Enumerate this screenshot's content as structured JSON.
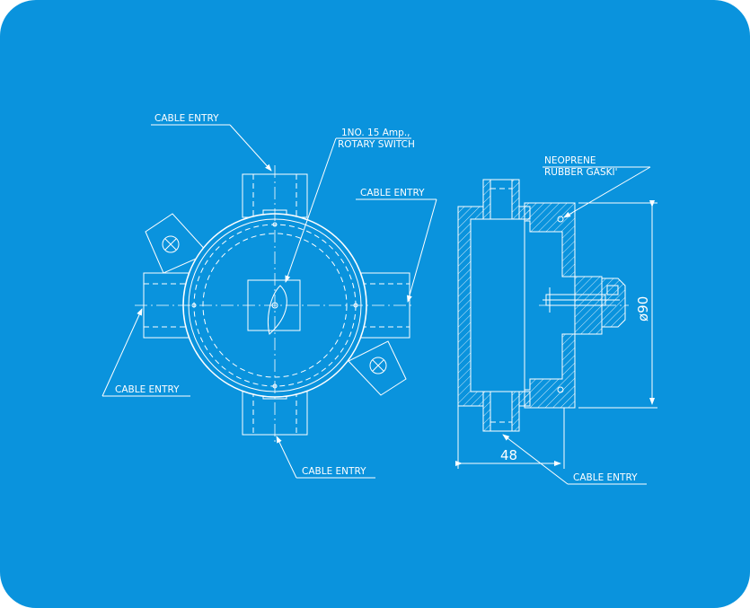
{
  "labels": {
    "cable_entry": "CABLE ENTRY",
    "rotary_switch_line1": "1NO. 15 Amp.,",
    "rotary_switch_line2": "ROTARY SWITCH",
    "gasket_line1": "NEOPRENE",
    "gasket_line2": "RUBBER GASKI'",
    "dimension_width": "48",
    "dimension_diameter": "ø90"
  },
  "colors": {
    "background": "#0a93dd",
    "line": "#ffffff"
  }
}
